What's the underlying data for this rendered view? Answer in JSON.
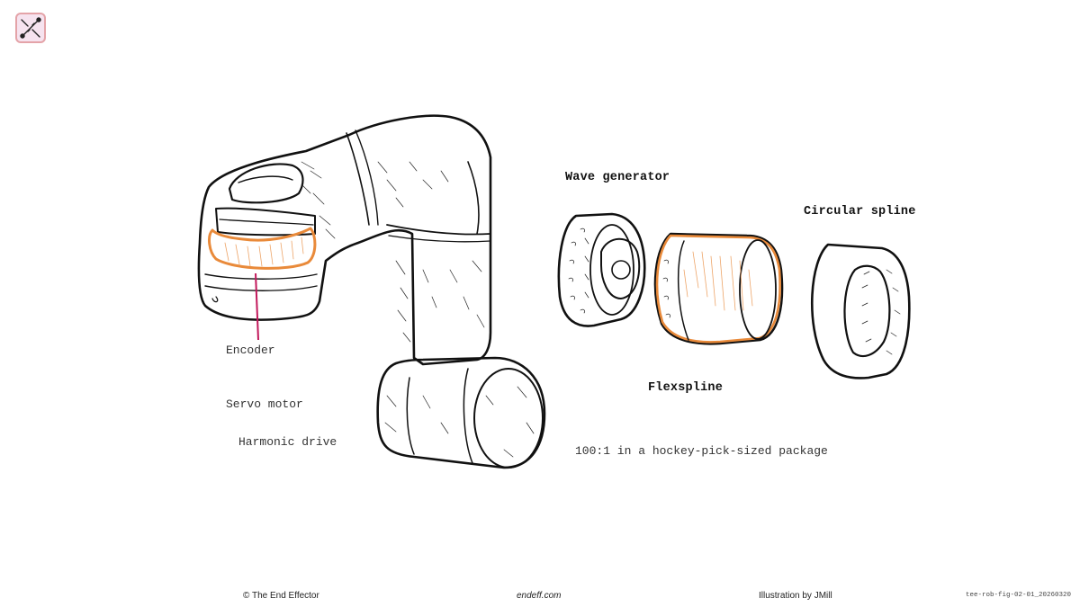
{
  "labels": {
    "encoder": "Encoder",
    "servo_motor": "Servo motor",
    "harmonic_drive": "Harmonic drive",
    "wave_generator": "Wave generator",
    "circular_spline": "Circular spline",
    "flexspline": "Flexspline",
    "caption": "100:1 in a hockey-pick-sized package"
  },
  "footer": {
    "copyright": "© The End Effector",
    "site": "endeff.com",
    "credit": "Illustration by JMill",
    "figure_id": "tee-rob-fig-02-01_20260320"
  },
  "colors": {
    "highlight": "#e98a3a",
    "leader": "#c2185b",
    "logo_border": "#e4a3a8",
    "logo_fill": "#f6e3ef"
  },
  "icons": {
    "logo": "robot-arm-logo-icon"
  }
}
